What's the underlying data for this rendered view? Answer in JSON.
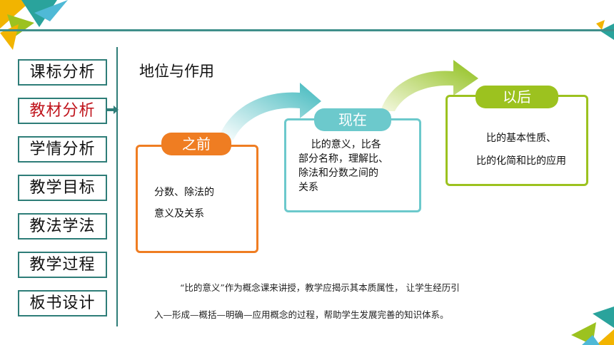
{
  "sidebar": {
    "items": [
      {
        "label": "课标分析",
        "active": false
      },
      {
        "label": "教材分析",
        "active": true
      },
      {
        "label": "学情分析",
        "active": false
      },
      {
        "label": "教学目标",
        "active": false
      },
      {
        "label": "教法学法",
        "active": false
      },
      {
        "label": "教学过程",
        "active": false
      },
      {
        "label": "板书设计",
        "active": false
      }
    ]
  },
  "section": {
    "title": "地位与作用"
  },
  "cards": {
    "before": {
      "badge": "之前",
      "text": "分数、除法的\n意义及关系",
      "color": "#ef7d22"
    },
    "now": {
      "badge": "现在",
      "text": "    比的意义，比各\n部分名称，理解比、\n除法和分数之间的\n关系",
      "color": "#6cc9cc"
    },
    "after": {
      "badge": "以后",
      "text": "比的基本性质、\n比的化简和比的应用",
      "color": "#9cc21f"
    }
  },
  "description": {
    "line1": "“比的意义”作为概念课来讲授，教学应揭示其本质属性， 让学生经历引",
    "line2": "入—形成—概括—明确—应用概念的过程，帮助学生发展完善的知识体系。"
  },
  "colors": {
    "accent_teal": "#2e7d78",
    "active_red": "#c0141c",
    "orange": "#ef7d22",
    "cyan": "#6cc9cc",
    "green": "#9cc21f"
  }
}
